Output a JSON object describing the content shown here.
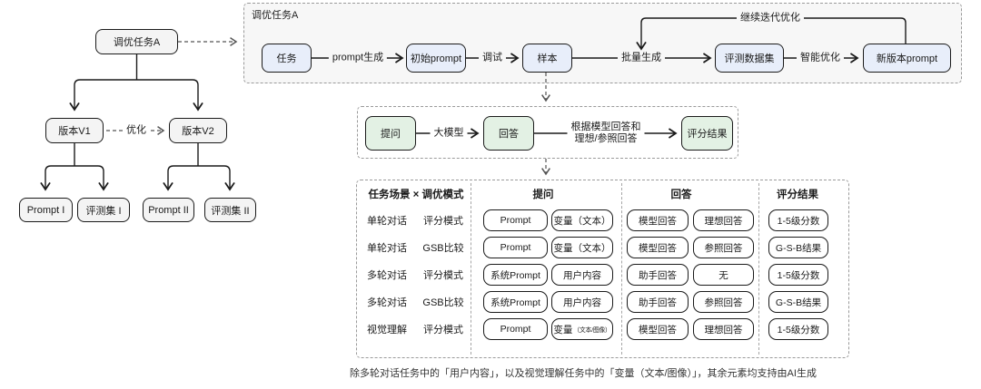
{
  "colors": {
    "blue_fill": "#e8eefa",
    "green_fill": "#e3f1e4",
    "gray_fill": "#f4f4f4",
    "container_fill": "#f7f7f7",
    "line": "#1a1a1a"
  },
  "tree": {
    "root": "调优任务A",
    "edge_label": "优化",
    "v1": "版本V1",
    "v2": "版本V2",
    "leaves": [
      "Prompt I",
      "评测集 I",
      "Prompt II",
      "评测集 II"
    ]
  },
  "top_flow": {
    "title": "调优任务A",
    "loop_label": "继续迭代优化",
    "nodes": [
      "任务",
      "初始prompt",
      "样本",
      "评测数据集",
      "新版本prompt"
    ],
    "edge_labels": [
      "prompt生成",
      "调试",
      "批量生成",
      "智能优化"
    ]
  },
  "mid_flow": {
    "nodes": [
      "提问",
      "回答",
      "评分结果"
    ],
    "edge_label_1": "大模型",
    "edge_label_2a": "根据模型回答和",
    "edge_label_2b": "理想/参照回答"
  },
  "table": {
    "col_headers": [
      "任务场景 × 调优模式",
      "提问",
      "回答",
      "评分结果"
    ],
    "rows": [
      {
        "scene": "单轮对话",
        "mode": "评分模式",
        "q1": "Prompt",
        "q2": "变量（文本）",
        "a1": "模型回答",
        "a2": "理想回答",
        "score": "1-5级分数"
      },
      {
        "scene": "单轮对话",
        "mode": "GSB比较",
        "q1": "Prompt",
        "q2": "变量（文本）",
        "a1": "模型回答",
        "a2": "参照回答",
        "score": "G-S-B结果"
      },
      {
        "scene": "多轮对话",
        "mode": "评分模式",
        "q1": "系统Prompt",
        "q2": "用户内容",
        "a1": "助手回答",
        "a2": "无",
        "score": "1-5级分数"
      },
      {
        "scene": "多轮对话",
        "mode": "GSB比较",
        "q1": "系统Prompt",
        "q2": "用户内容",
        "a1": "助手回答",
        "a2": "参照回答",
        "score": "G-S-B结果"
      },
      {
        "scene": "视觉理解",
        "mode": "评分模式",
        "q1": "Prompt",
        "q2_main": "变量",
        "q2_sub": "（文本/图像）",
        "a1": "模型回答",
        "a2": "理想回答",
        "score": "1-5级分数"
      }
    ]
  },
  "caption": "除多轮对话任务中的「用户内容」，以及视觉理解任务中的「变量（文本/图像）」，其余元素均支持由AI生成"
}
